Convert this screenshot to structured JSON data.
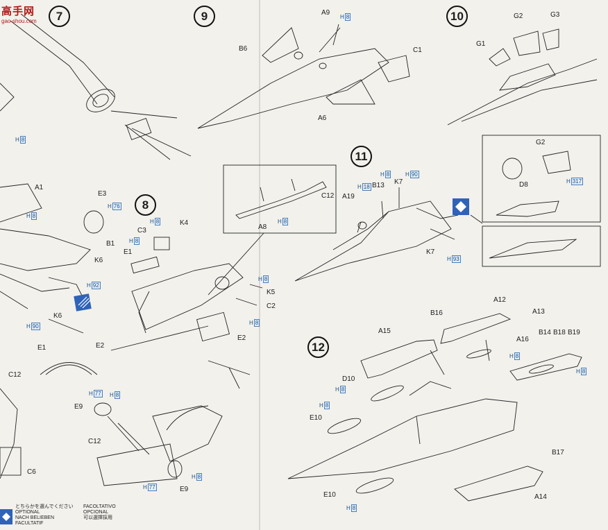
{
  "site": {
    "mark": "高手网",
    "url": "gao-shou.com"
  },
  "steps": [
    "7",
    "8",
    "9",
    "10",
    "11",
    "12"
  ],
  "labels": {
    "A1": "A1",
    "B1": "B1",
    "E3": "E3",
    "K6a": "K6",
    "K6b": "K6",
    "E1a": "E1",
    "E1b": "E1",
    "E2a": "E2",
    "E2b": "E2",
    "C3": "C3",
    "K4": "K4",
    "K5": "K5",
    "C2": "C2",
    "E9a": "E9",
    "E9b": "E9",
    "C12a": "C12",
    "C12b": "C12",
    "C12c": "C12",
    "C6": "C6",
    "A8": "A8",
    "B6": "B6",
    "A9": "A9",
    "C1": "C1",
    "A6": "A6",
    "G1": "G1",
    "G2a": "G2",
    "G2b": "G2",
    "G3": "G3",
    "D8": "D8",
    "A19": "A19",
    "B13": "B13",
    "K7a": "K7",
    "K7b": "K7",
    "B16": "B16",
    "A12": "A12",
    "A13": "A13",
    "A15": "A15",
    "A16": "A16",
    "B14": "B14",
    "B18": "B18",
    "B19": "B19",
    "D10": "D10",
    "E10a": "E10",
    "E10b": "E10",
    "B17": "B17",
    "A14": "A14"
  },
  "hrefs": {
    "h8": "H",
    "v8": "8",
    "v76": "76",
    "v92": "92",
    "v90": "90",
    "v77": "77",
    "v317": "317",
    "v18": "18",
    "v93": "93"
  },
  "optional": {
    "line1": "とちらかを選んでください",
    "line2": "OPTIONAL",
    "line3": "NACH BELIEBEN",
    "line4": "FACULTATIF",
    "col2_1": "FACOLTATIVO",
    "col2_2": "OPCIONAL",
    "col2_3": "可以選擇採用"
  }
}
